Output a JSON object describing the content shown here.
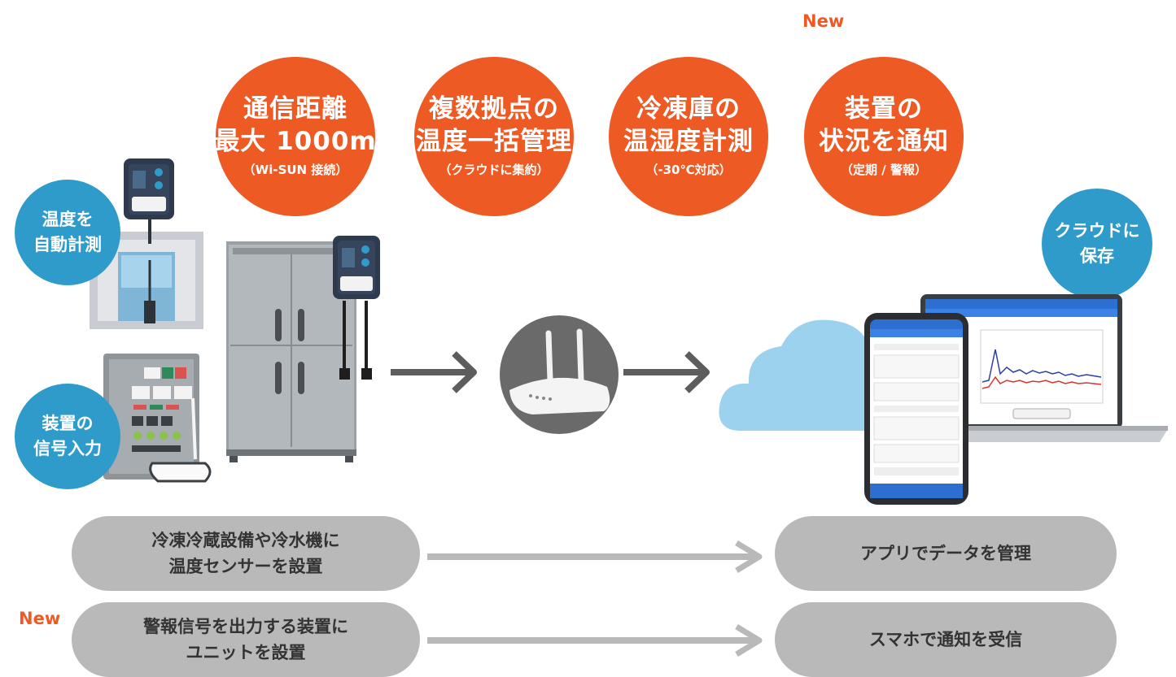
{
  "features": [
    {
      "line1": "通信距離",
      "line2": "最大 1000m",
      "sub": "（Wi-SUN 接続）"
    },
    {
      "line1": "複数拠点の",
      "line2": "温度一括管理",
      "sub": "（クラウドに集約）"
    },
    {
      "line1": "冷凍庫の",
      "line2": "温湿度計測",
      "sub": "（-30℃対応）"
    },
    {
      "line1": "装置の",
      "line2": "状況を通知",
      "sub": "（定期 / 警報）"
    }
  ],
  "new_label": "New",
  "blue_labels": {
    "auto_measure": {
      "line1": "温度を",
      "line2": "自動計測"
    },
    "signal_input": {
      "line1": "装置の",
      "line2": "信号入力"
    },
    "cloud_save": {
      "line1": "クラウドに",
      "line2": "保存"
    }
  },
  "flows": [
    {
      "left_line1": "冷凍冷蔵設備や冷水機に",
      "left_line2": "温度センサーを設置",
      "right": "アプリでデータを管理",
      "is_new": false
    },
    {
      "left_line1": "警報信号を出力する装置に",
      "left_line2": "ユニットを設置",
      "right": "スマホで通知を受信",
      "is_new": true
    }
  ],
  "colors": {
    "orange": "#ee5a24",
    "blue": "#2f9bcb",
    "pill_gray": "#b9b9b9",
    "arrow_gray": "#5d5d5d",
    "cloud_blue": "#9dd2ef"
  },
  "icons": {
    "sensor_unit": "temperature-sensor-icon",
    "freezer": "refrigerator-icon",
    "control_panel": "control-panel-icon",
    "router": "wi-sun-gateway-icon",
    "cloud": "cloud-icon",
    "devices": "laptop-and-smartphone-icon"
  }
}
